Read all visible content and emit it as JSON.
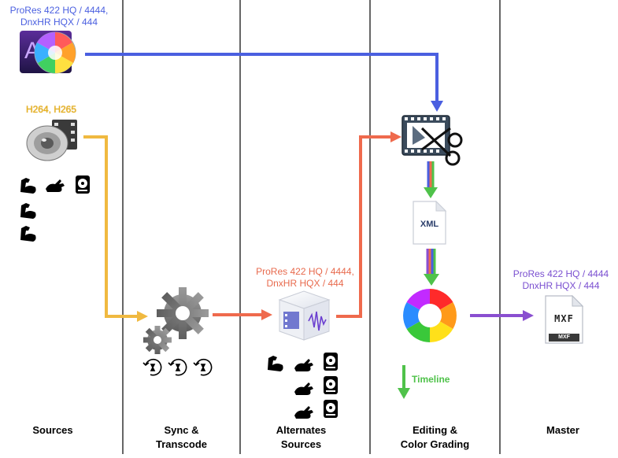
{
  "columns": [
    {
      "title": "Sources"
    },
    {
      "title": "Sync &\nTranscode"
    },
    {
      "title": "Alternates\nSources"
    },
    {
      "title": "Editing &\nColor Grading"
    },
    {
      "title": "Master"
    }
  ],
  "formats": {
    "camera_source": "ProRes 422 HQ / 4444,\nDnxHR HQX / 444",
    "h264_source": "H264, H265",
    "alternates": "ProRes 422 HQ / 4444,\nDnxHR HQX / 444",
    "master": "ProRes 422 HQ / 4444\nDnxHR HQX / 444"
  },
  "xml_label": "XML",
  "mxf_label": "MXF",
  "mxf_badge": "MXF",
  "timeline_label": "Timeline",
  "colors": {
    "blue_arrow": "#4a5fe0",
    "yellow_arrow": "#f0b940",
    "orange_arrow": "#ef6a4d",
    "green_arrow": "#4fc24a",
    "purple_arrow": "#8a4fd0",
    "divider": "#000000"
  },
  "icons": [
    "motion-app-icon",
    "audio-film-icon",
    "muscle-icon",
    "rabbit-icon",
    "hard-drive-icon",
    "gears-icon",
    "sync-clock-icon",
    "media-cube-icon",
    "film-scissors-icon",
    "xml-file-icon",
    "color-wheel-icon",
    "mxf-file-icon"
  ]
}
